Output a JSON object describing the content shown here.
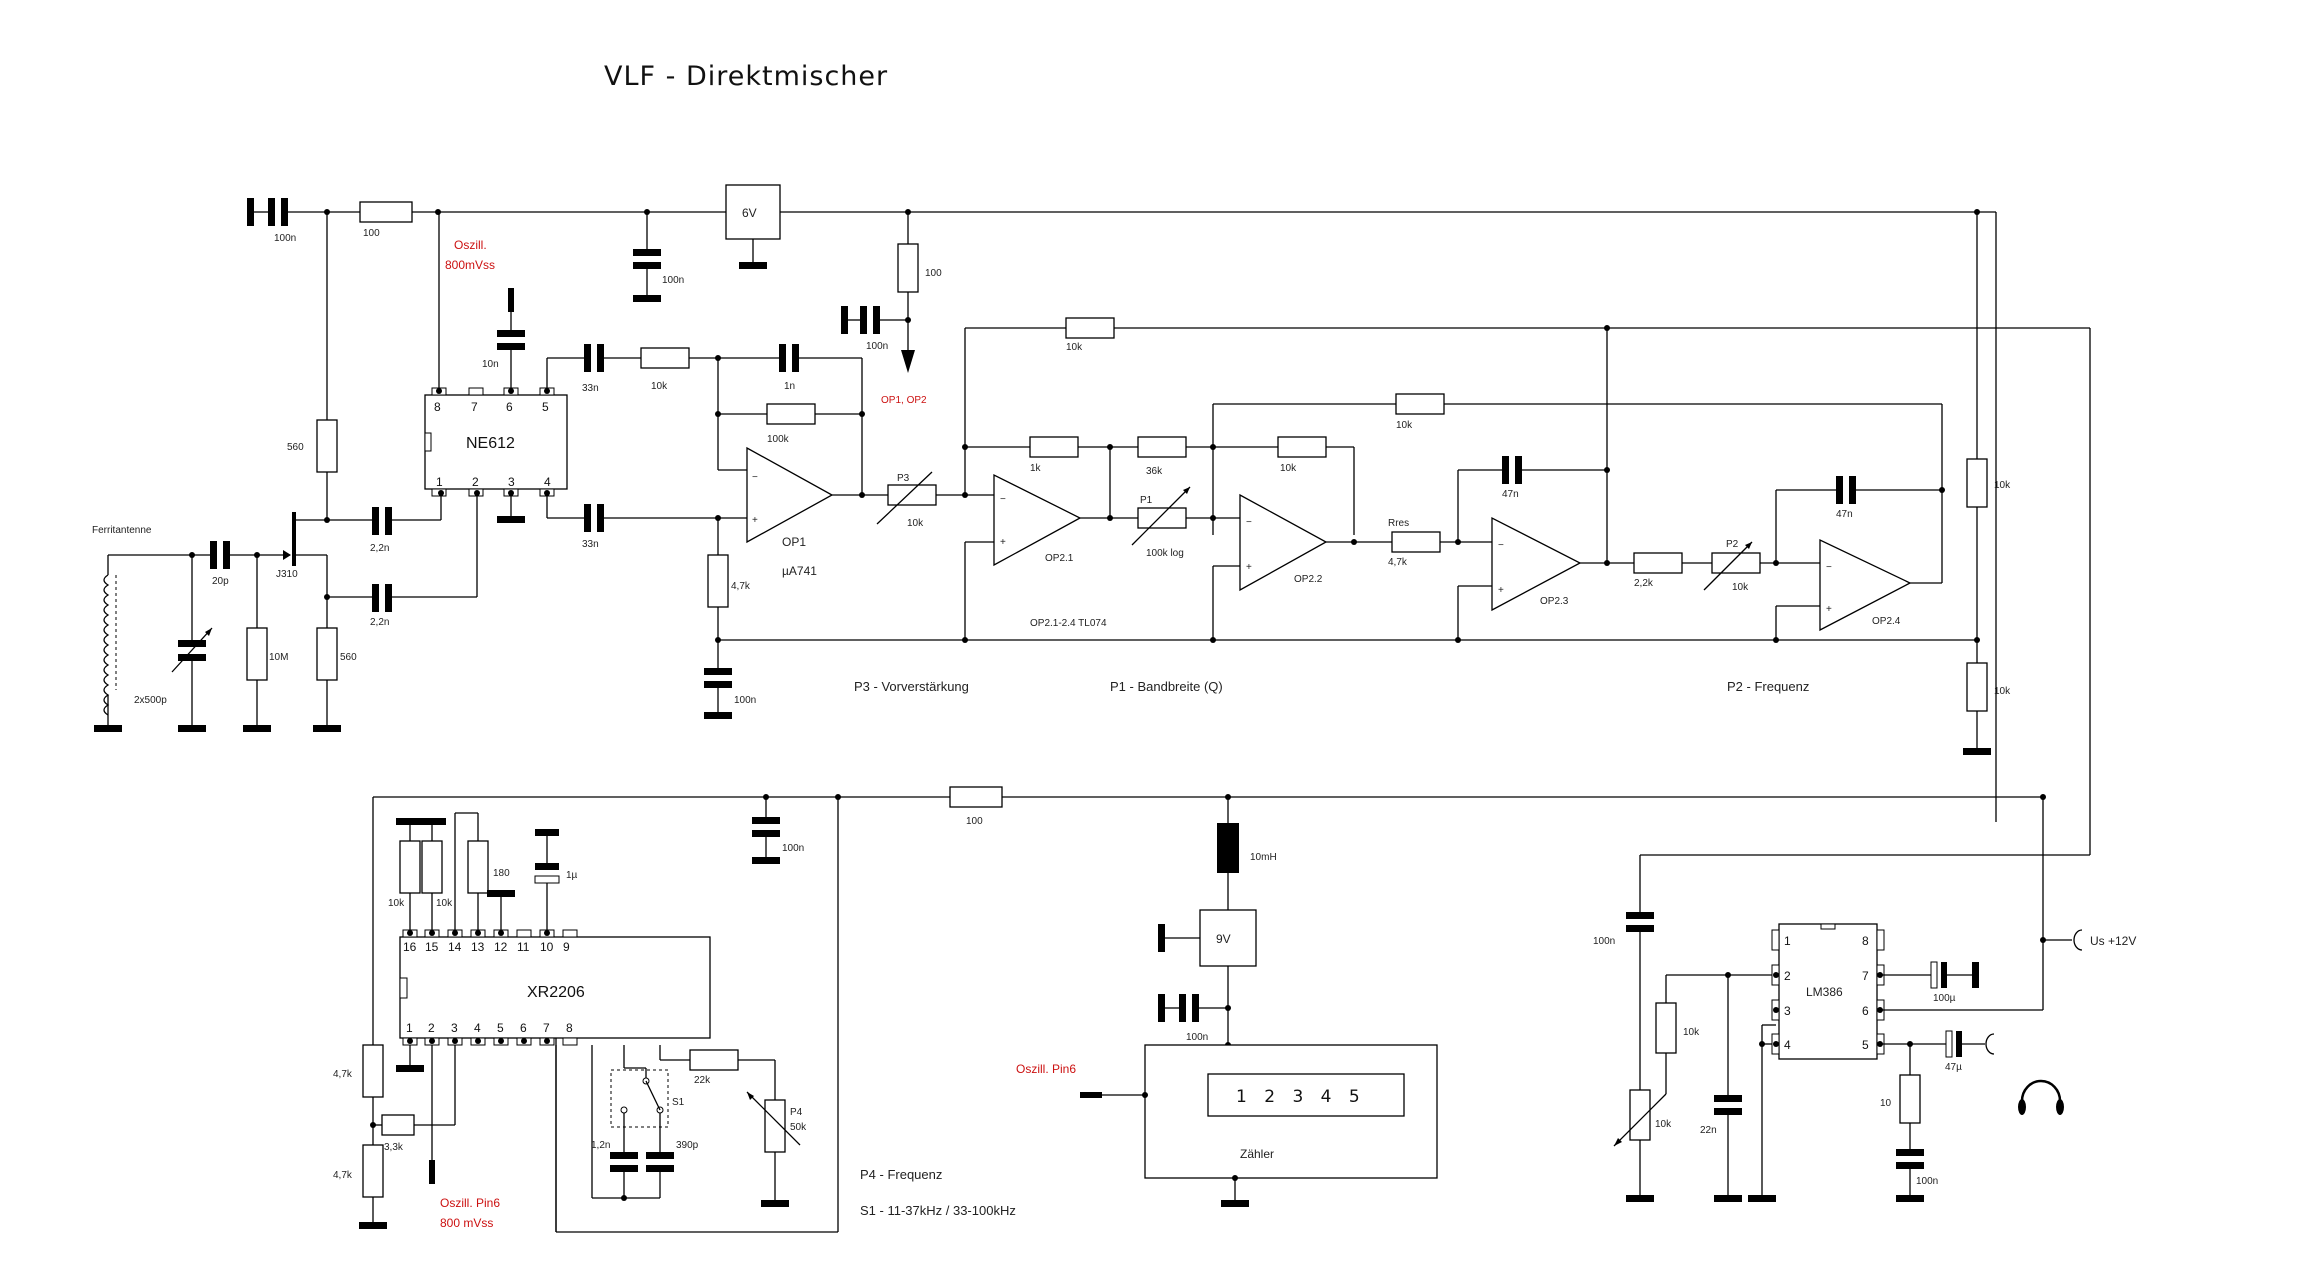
{
  "title": "VLF - Direktmischer",
  "antenna": {
    "label": "Ferritantenne",
    "tuning_cap": "2x500p"
  },
  "input_stage": {
    "coupling_cap": "20p",
    "jfet": "J310",
    "gate_resistor": "10M",
    "drain_resistor": "560",
    "source_resistor": "560",
    "coupling_cap_a": "2,2n",
    "coupling_cap_b": "2,2n"
  },
  "supply_6v": {
    "input_cap": "100n",
    "series_resistor": "100",
    "regulator": "6V",
    "filter_cap": "100n"
  },
  "mixer": {
    "ic": "NE612",
    "pins_top": [
      "8",
      "7",
      "6",
      "5"
    ],
    "pins_bottom": [
      "1",
      "2",
      "3",
      "4"
    ],
    "osc_cap": "10n",
    "osc_note_line1": "Oszill.",
    "osc_note_line2": "800mVss",
    "out_cap_a": "33n",
    "out_cap_b": "33n"
  },
  "op1": {
    "name": "OP1",
    "type": "µA741",
    "input_resistor": "10k",
    "feedback_cap": "1n",
    "feedback_resistor": "100k",
    "bias_resistor": "4,7k",
    "bias_cap": "100n"
  },
  "bias_supply": {
    "resistor": "100",
    "cap": "100n",
    "note": "OP1, OP2"
  },
  "filter": {
    "p3_name": "P3",
    "p3_value": "10k",
    "op2_1": "OP2.1",
    "op2_2": "OP2.2",
    "op2_3": "OP2.3",
    "op2_4": "OP2.4",
    "r_1k": "1k",
    "r_36k": "36k",
    "r_fb_op22": "10k",
    "r_top_long": "10k",
    "r_mid_long": "10k",
    "p1_name": "P1",
    "p1_value": "100k log",
    "rres_name": "Rres",
    "rres_value": "4,7k",
    "cap_op23": "47n",
    "r_22k": "2,2k",
    "p2_name": "P2",
    "p2_value": "10k",
    "cap_op24": "47n",
    "divider_top": "10k",
    "divider_bottom": "10k",
    "chip_note": "OP2.1-2.4  TL074"
  },
  "notes": {
    "p3": "P3 - Vorverstärkung",
    "p1": "P1 - Bandbreite (Q)",
    "p2": "P2 - Frequenz",
    "p4": "P4 - Frequenz",
    "s1": "S1 - 11-37kHz / 33-100kHz"
  },
  "vco": {
    "ic": "XR2206",
    "pins_top": [
      "16",
      "15",
      "14",
      "13",
      "12",
      "11",
      "10",
      "9"
    ],
    "pins_bottom": [
      "1",
      "2",
      "3",
      "4",
      "5",
      "6",
      "7",
      "8"
    ],
    "r16": "10k",
    "r15": "10k",
    "r14_13": "180",
    "c10": "1µ",
    "supply_cap": "100n",
    "supply_resistor": "100",
    "div_top": "4,7k",
    "div_bottom": "4,7k",
    "r_3_3k": "3,3k",
    "cap_a": "1,2n",
    "cap_b": "390p",
    "switch": "S1",
    "r_22k": "22k",
    "pot_name": "P4",
    "pot_value": "50k",
    "osc_note_line1": "Oszill. Pin6",
    "osc_note_line2": "800 mVss"
  },
  "counter": {
    "choke": "10mH",
    "regulator": "9V",
    "cap": "100n",
    "input_label": "Oszill. Pin6",
    "display": "1 2 3 4 5",
    "label": "Zähler"
  },
  "audio": {
    "ic": "LM386",
    "pins_left": [
      "1",
      "2",
      "3",
      "4"
    ],
    "pins_right": [
      "8",
      "7",
      "6",
      "5"
    ],
    "input_cap": "100n",
    "volume_pot": "10k",
    "series_resistor": "10k",
    "cap_22n": "22n",
    "bypass_cap": "100µ",
    "output_cap": "47µ",
    "zobel_resistor": "10",
    "zobel_cap": "100n",
    "supply_label": "Us +12V",
    "output_device": "headphones-icon"
  },
  "colors": {
    "wire": "#000000",
    "annotation": "#cc1111"
  }
}
